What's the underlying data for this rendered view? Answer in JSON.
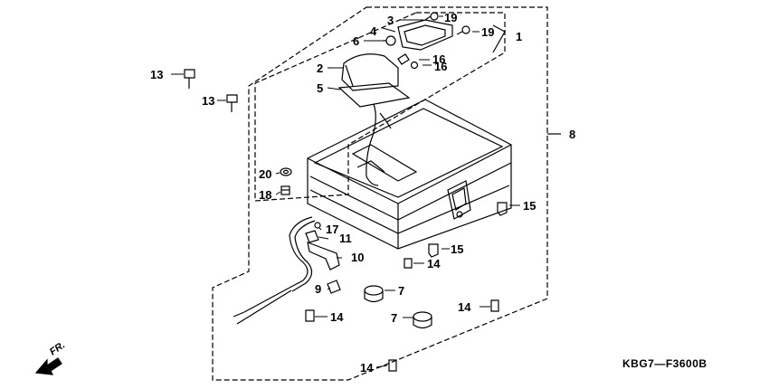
{
  "diagram": {
    "code": "KBG7—F3600B",
    "fr_label": "FR.",
    "parts": {
      "p1": "1",
      "p2": "2",
      "p3": "3",
      "p4": "4",
      "p5": "5",
      "p6": "6",
      "p7": "7",
      "p8": "8",
      "p9": "9",
      "p10": "10",
      "p11": "11",
      "p13": "13",
      "p14": "14",
      "p15": "15",
      "p16": "16",
      "p17": "17",
      "p18": "18",
      "p19": "19",
      "p20": "20"
    }
  }
}
